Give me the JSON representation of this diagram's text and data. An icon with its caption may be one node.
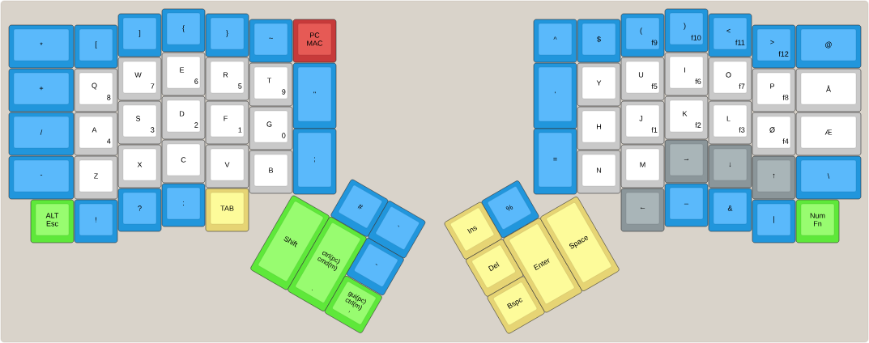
{
  "diagram": {
    "nodes": [
      {
        "text": [
          "*"
        ]
      },
      {
        "text": [
          "+"
        ]
      },
      {
        "text": [
          "/"
        ]
      },
      {
        "text": [
          "-"
        ]
      },
      {
        "text": [
          "ALT Esc"
        ]
      },
      {
        "text": [
          "["
        ]
      },
      {
        "text": [
          "Q",
          "8"
        ]
      },
      {
        "text": [
          "A",
          "4"
        ]
      },
      {
        "text": [
          "Z"
        ]
      },
      {
        "text": [
          "!"
        ]
      },
      {
        "text": [
          "]"
        ]
      },
      {
        "text": [
          "W",
          "7"
        ]
      },
      {
        "text": [
          "S",
          "3"
        ]
      },
      {
        "text": [
          "X"
        ]
      },
      {
        "text": [
          "?"
        ]
      },
      {
        "text": [
          "{"
        ]
      },
      {
        "text": [
          "E",
          "6"
        ]
      },
      {
        "text": [
          "D",
          "2"
        ]
      },
      {
        "text": [
          "C"
        ]
      },
      {
        "text": [
          ":"
        ]
      },
      {
        "text": [
          "}"
        ]
      },
      {
        "text": [
          "R",
          "5"
        ]
      },
      {
        "text": [
          "F",
          "1"
        ]
      },
      {
        "text": [
          "V"
        ]
      },
      {
        "text": [
          "TAB"
        ]
      },
      {
        "text": [
          "~"
        ]
      },
      {
        "text": [
          "T",
          "9"
        ]
      },
      {
        "text": [
          "G",
          "0"
        ]
      },
      {
        "text": [
          "B"
        ]
      },
      {
        "text": [
          "PC MAC"
        ]
      },
      {
        "text": [
          "\""
        ]
      },
      {
        "text": [
          ";"
        ]
      },
      {
        "text": [
          "#"
        ]
      },
      {
        "text": [
          "`"
        ]
      },
      {
        "text": [
          "-"
        ]
      },
      {
        "text": [
          "Shift"
        ]
      },
      {
        "text": [
          "ctrl(pc) cmd(m)",
          "."
        ]
      },
      {
        "text": [
          "gui(pc) ctrl(m)",
          ","
        ]
      },
      {
        "text": [
          "%"
        ]
      },
      {
        "text": [
          "Ins"
        ]
      },
      {
        "text": [
          "Del"
        ]
      },
      {
        "text": [
          "Bspc"
        ]
      },
      {
        "text": [
          "Enter"
        ]
      },
      {
        "text": [
          "Space"
        ]
      },
      {
        "text": [
          "^"
        ]
      },
      {
        "text": [
          "'"
        ]
      },
      {
        "text": [
          "="
        ]
      },
      {
        "text": [
          "$"
        ]
      },
      {
        "text": [
          "Y"
        ]
      },
      {
        "text": [
          "H"
        ]
      },
      {
        "text": [
          "N"
        ]
      },
      {
        "text": [
          "(",
          "f9"
        ]
      },
      {
        "text": [
          "U",
          "f5"
        ]
      },
      {
        "text": [
          "J",
          "f1"
        ]
      },
      {
        "text": [
          "M"
        ]
      },
      {
        "text": [
          "←"
        ]
      },
      {
        "text": [
          ")",
          "f10"
        ]
      },
      {
        "text": [
          "I",
          "f6"
        ]
      },
      {
        "text": [
          "K",
          "f2"
        ]
      },
      {
        "text": [
          "→"
        ]
      },
      {
        "text": [
          "_"
        ]
      },
      {
        "text": [
          "<",
          "f11"
        ]
      },
      {
        "text": [
          "O",
          "f7"
        ]
      },
      {
        "text": [
          "L",
          "f3"
        ]
      },
      {
        "text": [
          "↓"
        ]
      },
      {
        "text": [
          "&"
        ]
      },
      {
        "text": [
          ">",
          "f12"
        ]
      },
      {
        "text": [
          "P",
          "f8"
        ]
      },
      {
        "text": [
          "Ø",
          "f4"
        ]
      },
      {
        "text": [
          "↑"
        ]
      },
      {
        "text": [
          "|"
        ]
      },
      {
        "text": [
          "@"
        ]
      },
      {
        "text": [
          "Å"
        ]
      },
      {
        "text": [
          "Æ"
        ]
      },
      {
        "text": [
          "\\"
        ]
      },
      {
        "text": [
          "Num Fn"
        ]
      }
    ]
  }
}
